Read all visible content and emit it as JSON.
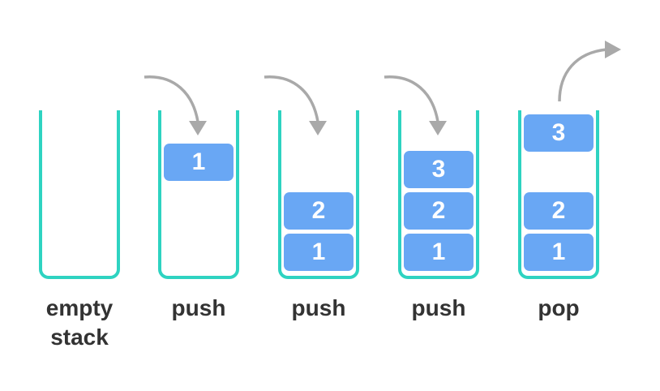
{
  "colors": {
    "stack_outline": "#2ed3c1",
    "block_fill": "#69a7f4",
    "block_text": "#ffffff",
    "arrow": "#a9a9a9",
    "caption_text": "#333333"
  },
  "stacks": [
    {
      "caption_line1": "empty",
      "caption_line2": "stack",
      "blocks": []
    },
    {
      "caption_line1": "push",
      "arrow": "down-icon",
      "blocks": [
        "1"
      ]
    },
    {
      "caption_line1": "push",
      "arrow": "down-icon",
      "blocks": [
        "2",
        "1"
      ]
    },
    {
      "caption_line1": "push",
      "arrow": "down-icon",
      "blocks": [
        "3",
        "2",
        "1"
      ]
    },
    {
      "caption_line1": "pop",
      "arrow": "up-out-icon",
      "blocks": [
        "2",
        "1"
      ],
      "popped_block": "3"
    }
  ]
}
